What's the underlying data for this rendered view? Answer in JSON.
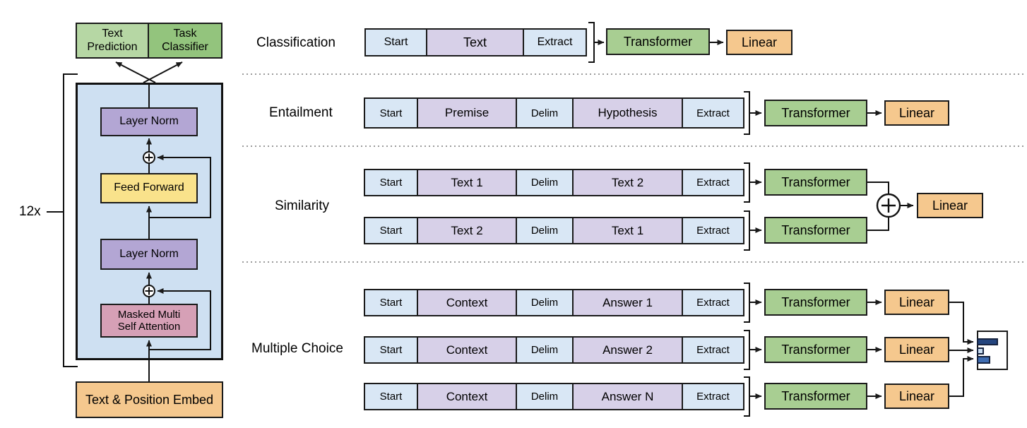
{
  "colors": {
    "token_blue": "#d9e7f5",
    "token_purple": "#d7d0e8",
    "transformer_green": "#a8ce92",
    "linear_orange": "#f5c88e",
    "pred_green_light": "#b6d7a4",
    "classifier_green": "#93c47d",
    "container_blue": "#cee0f2",
    "layer_norm_purple": "#b3a6d4",
    "feed_forward_yellow": "#f9e28b",
    "attention_pink": "#d6a0b6",
    "embed_orange": "#f5c88e"
  },
  "left_diagram": {
    "repeat_label": "12x",
    "text_prediction_label": "Text Prediction",
    "task_classifier_label": "Task Classifier",
    "layer_norm_top_label": "Layer Norm",
    "feed_forward_label": "Feed Forward",
    "layer_norm_bottom_label": "Layer Norm",
    "masked_attention_label": "Masked Multi Self Attention",
    "embed_label": "Text & Position Embed"
  },
  "tasks": {
    "classification": {
      "label": "Classification",
      "tokens": [
        "Start",
        "Text",
        "Extract"
      ],
      "transformer_label": "Transformer",
      "linear_label": "Linear"
    },
    "entailment": {
      "label": "Entailment",
      "tokens": [
        "Start",
        "Premise",
        "Delim",
        "Hypothesis",
        "Extract"
      ],
      "transformer_label": "Transformer",
      "linear_label": "Linear"
    },
    "similarity": {
      "label": "Similarity",
      "row1_tokens": [
        "Start",
        "Text 1",
        "Delim",
        "Text 2",
        "Extract"
      ],
      "row2_tokens": [
        "Start",
        "Text 2",
        "Delim",
        "Text 1",
        "Extract"
      ],
      "transformer1_label": "Transformer",
      "transformer2_label": "Transformer",
      "linear_label": "Linear"
    },
    "multiple_choice": {
      "label": "Multiple Choice",
      "row1_tokens": [
        "Start",
        "Context",
        "Delim",
        "Answer 1",
        "Extract"
      ],
      "row2_tokens": [
        "Start",
        "Context",
        "Delim",
        "Answer 2",
        "Extract"
      ],
      "row3_tokens": [
        "Start",
        "Context",
        "Delim",
        "Answer N",
        "Extract"
      ],
      "transformer_label": "Transformer",
      "linear_label": "Linear"
    }
  },
  "answer_box": {
    "bars": [
      {
        "length": 30,
        "color": "#24457f"
      },
      {
        "length": 10,
        "color": "#c9ddf1"
      },
      {
        "length": 19,
        "color": "#3f6db2"
      }
    ]
  }
}
